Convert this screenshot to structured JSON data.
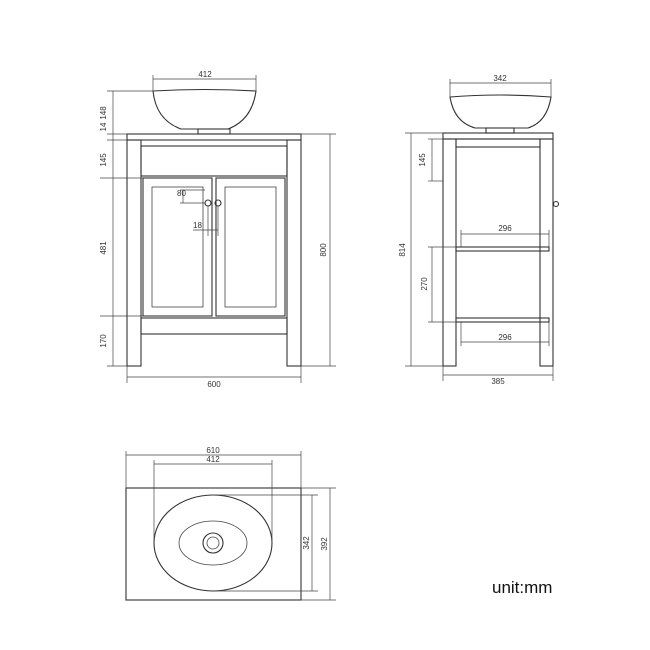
{
  "front_view": {
    "basin_width": "412",
    "basin_height": "148",
    "top_thickness": "14",
    "drawer_height": "145",
    "door_height": "481",
    "leg_height": "170",
    "total_height": "800",
    "total_width": "600",
    "handle_spacing": "80",
    "handle_width": "18"
  },
  "side_view": {
    "basin_depth": "342",
    "drawer_height": "145",
    "total_height": "814",
    "shelf_width_upper": "296",
    "shelf_width_lower": "296",
    "shelf_spacing": "270",
    "total_depth": "385"
  },
  "top_view": {
    "top_width": "610",
    "basin_width": "412",
    "basin_depth": "342",
    "top_depth": "392"
  },
  "unit_label": "unit:mm"
}
